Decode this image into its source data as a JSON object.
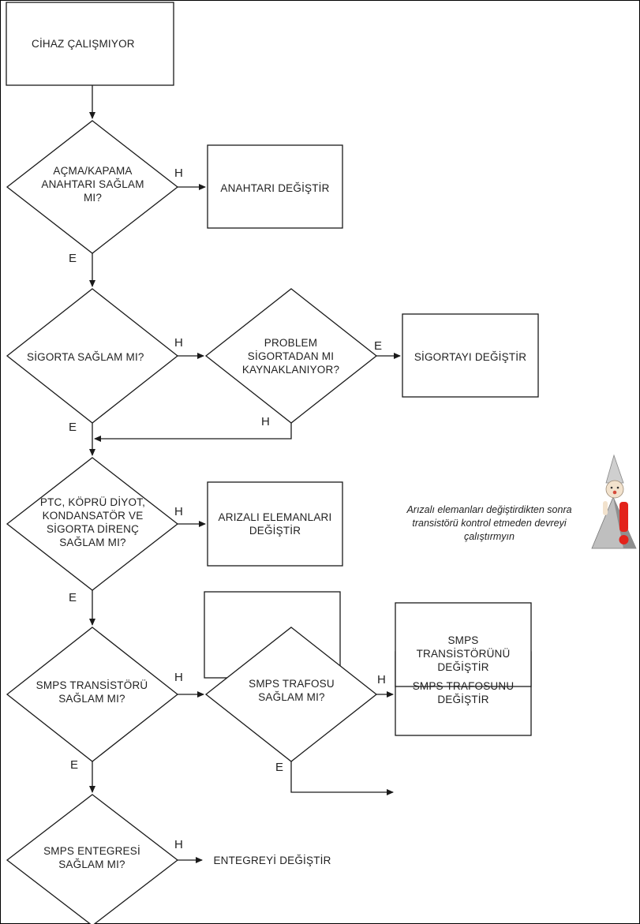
{
  "nodes": {
    "start": "CİHAZ ÇALIŞMIYOR",
    "q_switch": "AÇMA/KAPAMA\nANAHTARI SAĞLAM\nMI?",
    "a_switch": "ANAHTARI DEĞİŞTİR",
    "q_fuse": "SİGORTA SAĞLAM MI?",
    "q_problem": "PROBLEM\nSİGORTADAN MI\nKAYNAKLANIYOR?",
    "a_fuse": "SİGORTAYI DEĞİŞTİR",
    "q_parts": "PTC, KÖPRÜ DİYOT,\nKONDANSATÖR VE\nSİGORTA DİRENÇ\nSAĞLAM MI?",
    "a_parts": "ARIZALI ELEMANLARI\nDEĞİŞTİR",
    "q_transistor": "SMPS TRANSİSTÖRÜ\nSAĞLAM MI?",
    "q_transformer": "SMPS TRAFOSU\nSAĞLAM MI?",
    "a_transformer": "SMPS TRAFOSUNU\nDEĞİŞTİR",
    "a_transistor": "SMPS\nTRANSİSTÖRÜNÜ\nDEĞİŞTİR",
    "q_ic": "SMPS ENTEGRESİ\nSAĞLAM MI?",
    "a_ic": "ENTEGREYİ DEĞİŞTİR"
  },
  "edge_labels": {
    "yes": "E",
    "no": "H"
  },
  "warning": {
    "text": "Arızalı elemanları değiştirdikten sonra\ntransistörü kontrol etmeden devreyi\nçalıştırmyın",
    "icon": "warning-gnome-icon",
    "accent_color": "#e3231b"
  }
}
